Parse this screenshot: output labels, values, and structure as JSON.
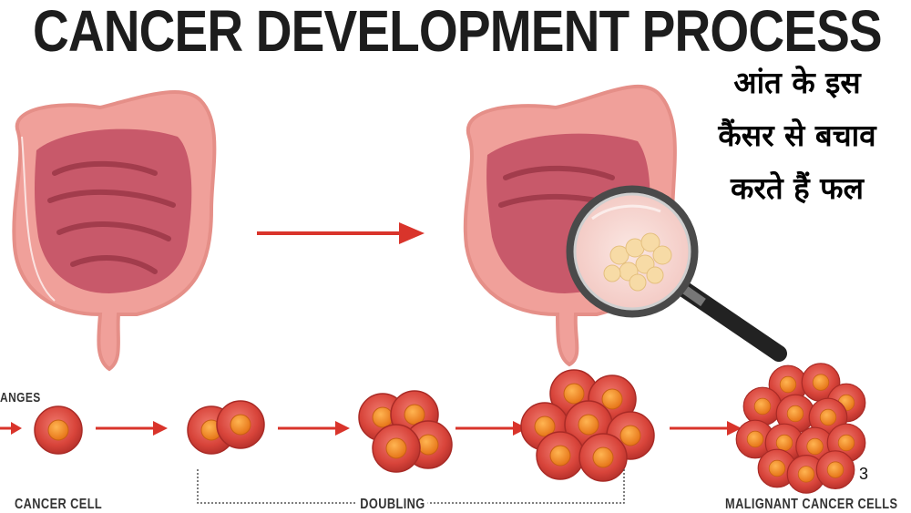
{
  "title": "CANCER DEVELOPMENT PROCESS",
  "hindi_caption": {
    "line1": "आंत के इस",
    "line2": "कैंसर से बचाव",
    "line3": "करते हैं फल"
  },
  "stage_labels": {
    "left_partial": "ANGES",
    "cancer_cell": "CANCER CELL",
    "doubling": "DOUBLING",
    "malignant": "MALIGNANT CANCER CELLS"
  },
  "page_number": "3",
  "colors": {
    "arrow": "#d9342b",
    "intestine_outer": "#f0a09a",
    "intestine_inner": "#c8596a",
    "cell_outer": "#d8443a",
    "cell_nucleus": "#f08a2a"
  }
}
